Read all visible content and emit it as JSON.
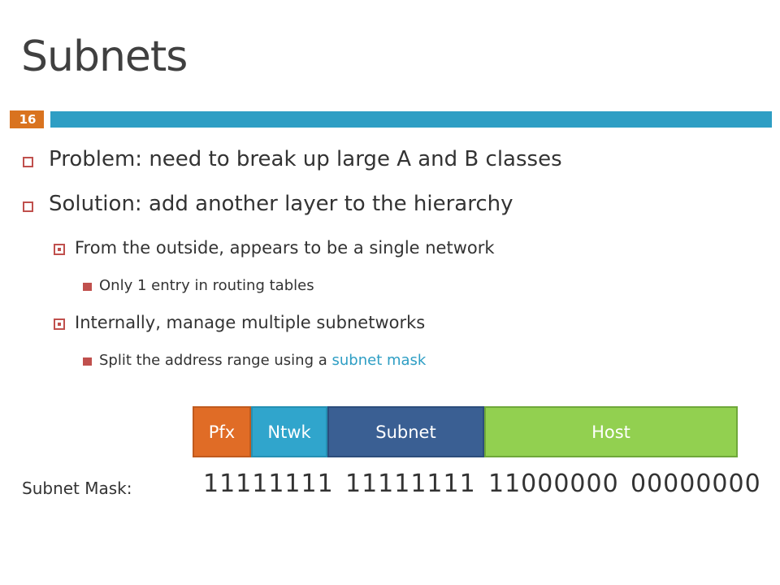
{
  "slide": {
    "title": "Subnets",
    "number": "16"
  },
  "bullets": {
    "b1": "Problem: need to break up large A and B classes",
    "b2": "Solution: add another layer to the hierarchy",
    "b2_1": "From the outside, appears to be a single network",
    "b2_1_1": "Only 1 entry in routing tables",
    "b2_2": "Internally, manage multiple subnetworks",
    "b2_2_1_prefix": "Split the address range using a ",
    "b2_2_1_accent": "subnet mask"
  },
  "address_bar": {
    "segments": [
      "Pfx",
      "Ntwk",
      "Subnet",
      "Host"
    ],
    "colors": [
      "#e06c26",
      "#30a5cc",
      "#3a5f93",
      "#92d050"
    ]
  },
  "mask": {
    "label": "Subnet Mask:",
    "octets": [
      "11111111",
      "11111111",
      "11000000",
      "00000000"
    ]
  },
  "theme": {
    "accent_blue": "#2e9ec4",
    "accent_orange": "#d9731f",
    "bullet_red": "#c0504d"
  }
}
